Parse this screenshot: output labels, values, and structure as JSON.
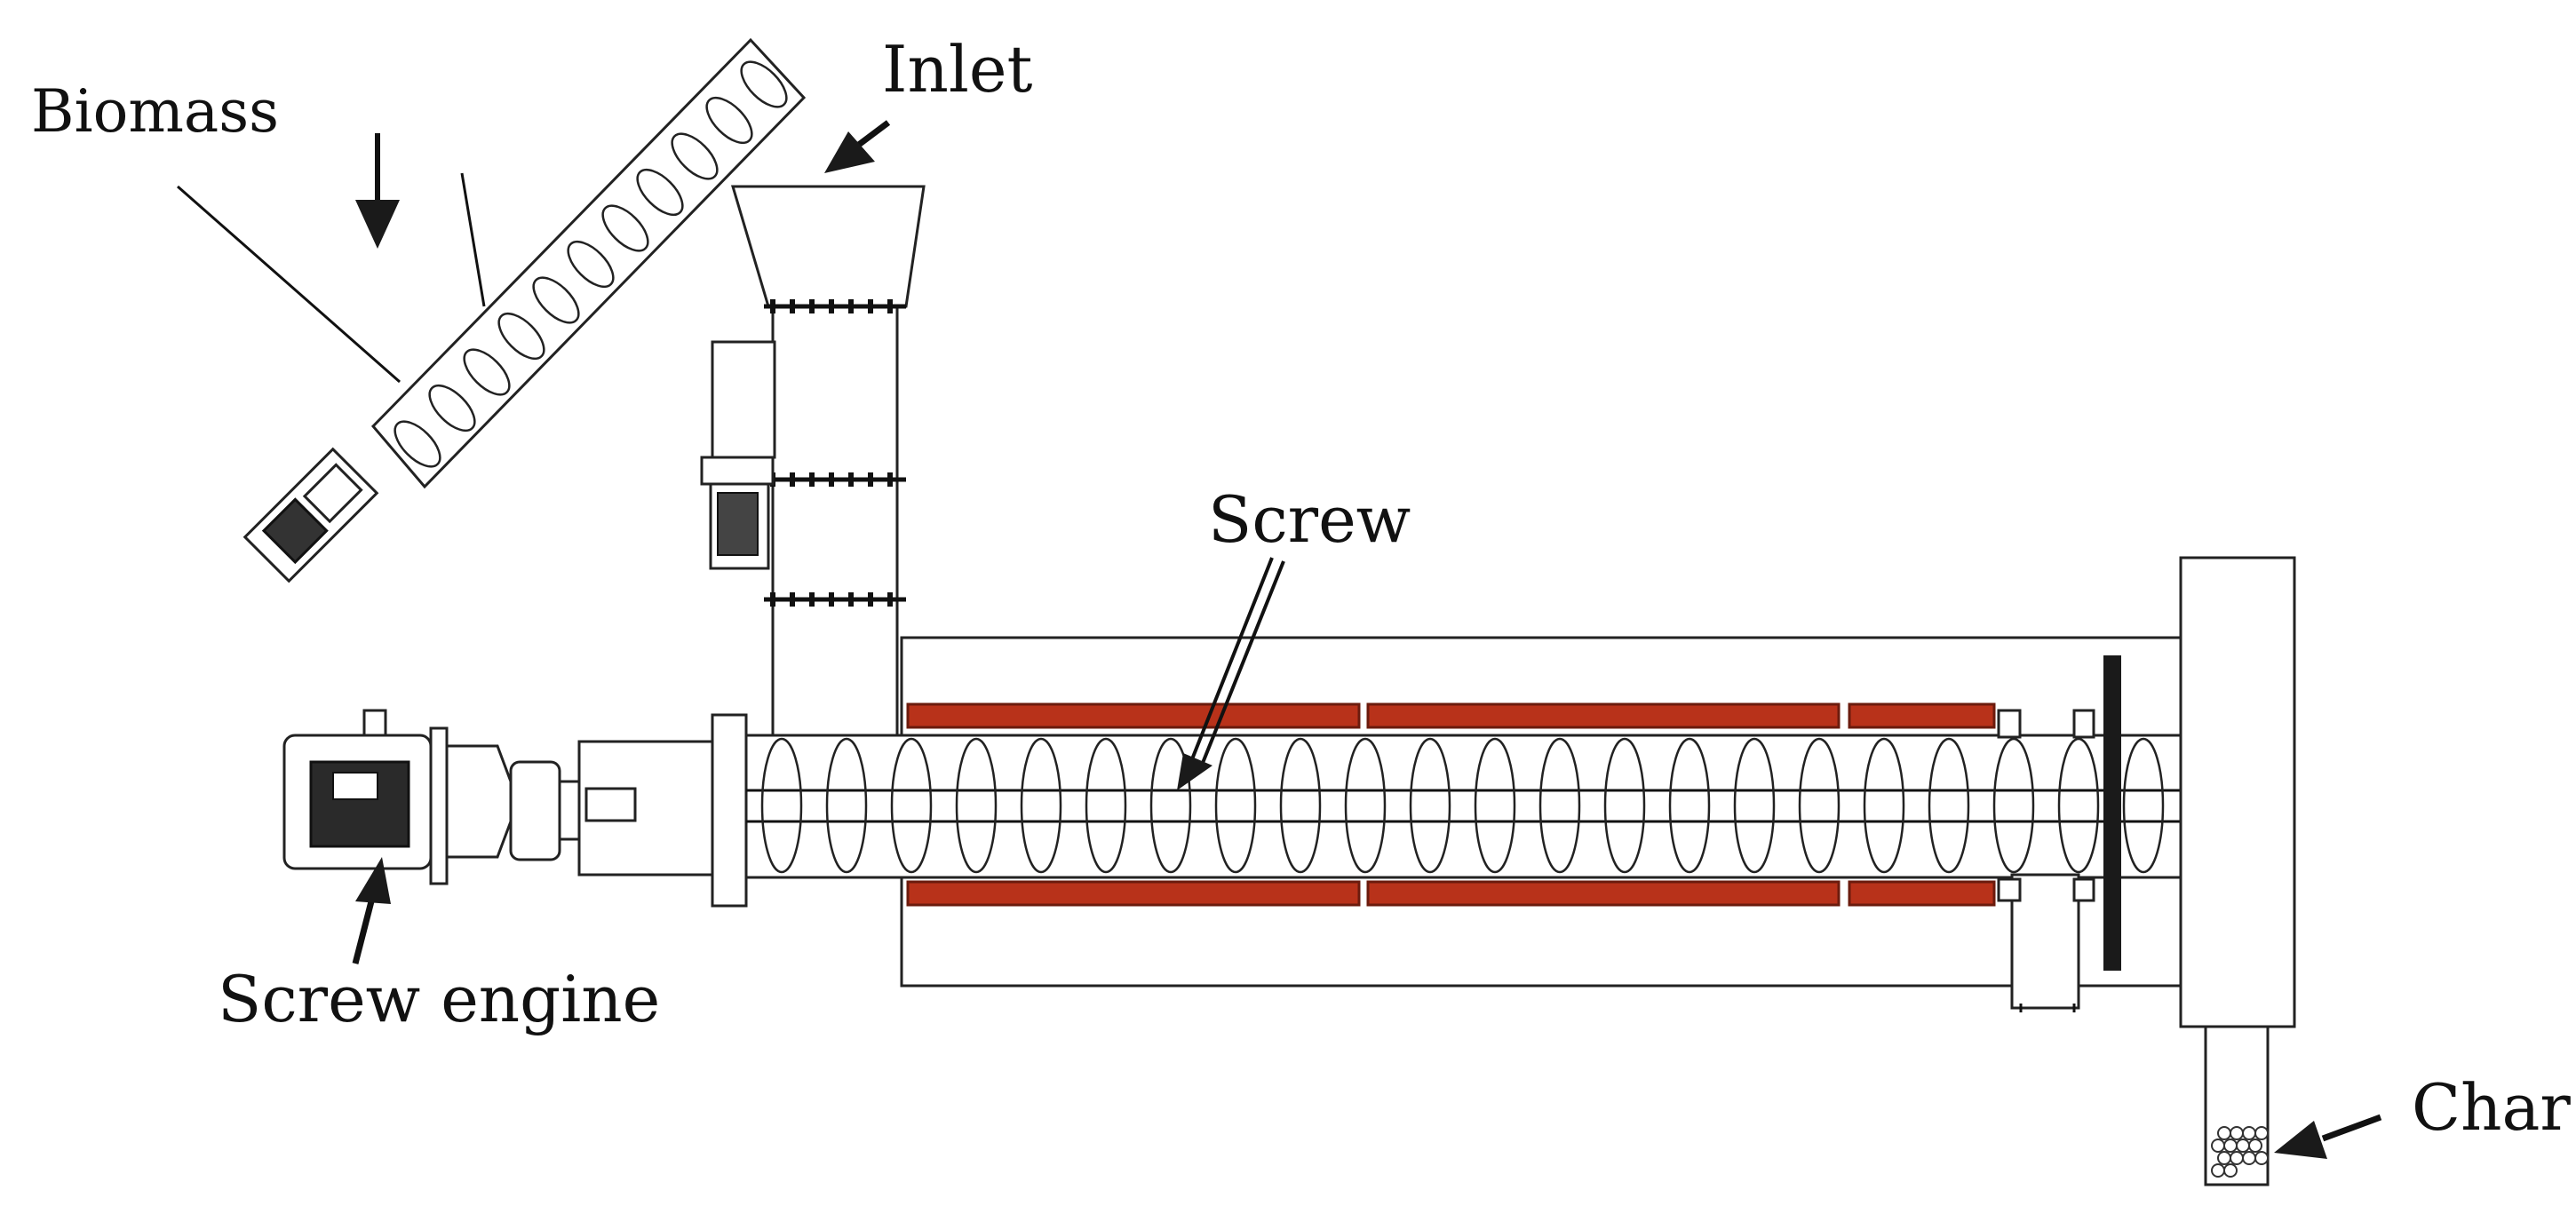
{
  "labels": {
    "biomass": "Biomass",
    "inlet": "Inlet",
    "screw": "Screw",
    "screw_engine": "Screw engine",
    "char": "Char"
  },
  "colors": {
    "heater": "#b8321a",
    "heater_stroke": "#6b1b0d",
    "line": "#1a1a1a",
    "background": "#ffffff"
  },
  "icons": {
    "feeder": "inclined-screw-feeder-icon",
    "motor": "motor-icon",
    "hopper": "hopper-icon",
    "reactor": "reactor-tube-icon",
    "char_bin": "char-bin-icon"
  }
}
